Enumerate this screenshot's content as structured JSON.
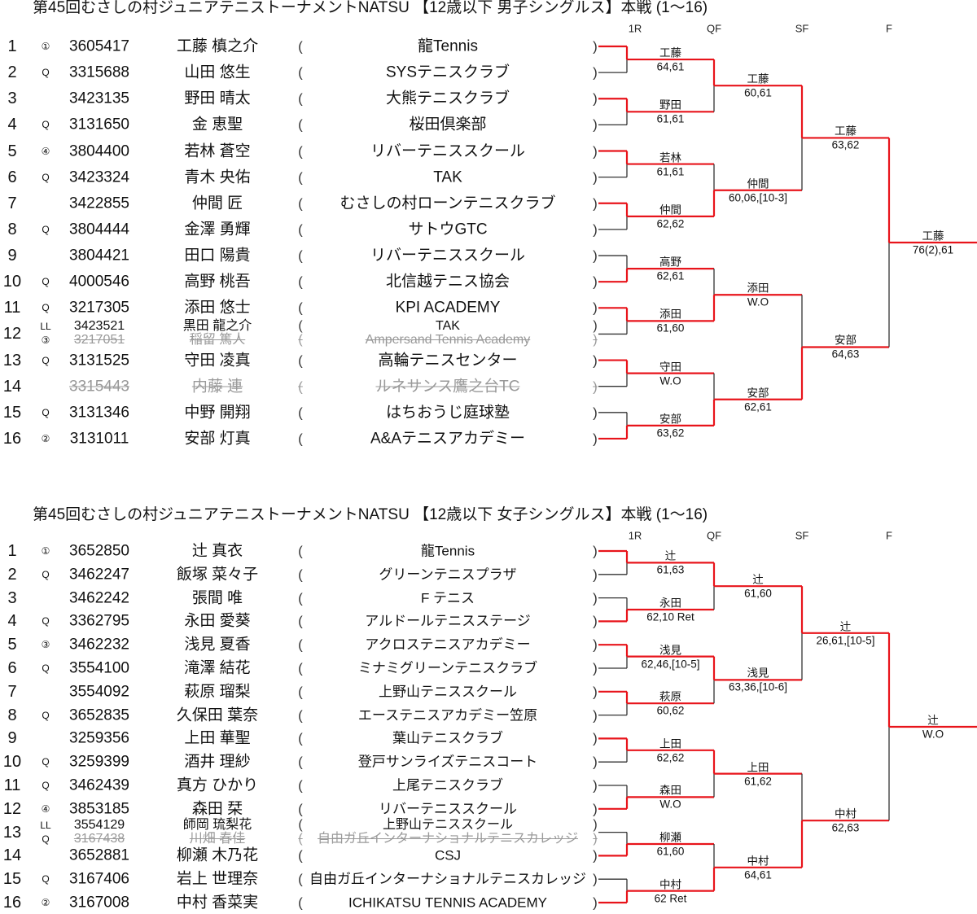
{
  "colors": {
    "winner_line": "#e8141b",
    "loser_line": "#333333"
  },
  "sections": [
    {
      "title": "第45回むさしの村ジュニアテニストーナメントNATSU 【12歳以下 男子シングルス】本戦 (1～16)",
      "rounds": [
        "1R",
        "QF",
        "SF",
        "F"
      ],
      "players": [
        {
          "seq": "1",
          "seed": "①",
          "id": "3605417",
          "name": "工藤 槙之介",
          "club": "龍Tennis"
        },
        {
          "seq": "2",
          "seed": "Q",
          "id": "3315688",
          "name": "山田 悠生",
          "club": "SYSテニスクラブ"
        },
        {
          "seq": "3",
          "seed": "",
          "id": "3423135",
          "name": "野田 晴太",
          "club": "大熊テニスクラブ"
        },
        {
          "seq": "4",
          "seed": "Q",
          "id": "3131650",
          "name": "金 恵聖",
          "club": "桜田倶楽部"
        },
        {
          "seq": "5",
          "seed": "④",
          "id": "3804400",
          "name": "若林 蒼空",
          "club": "リバーテニススクール"
        },
        {
          "seq": "6",
          "seed": "Q",
          "id": "3423324",
          "name": "青木 央佑",
          "club": "TAK"
        },
        {
          "seq": "7",
          "seed": "",
          "id": "3422855",
          "name": "仲間 匠",
          "club": "むさしの村ローンテニスクラブ"
        },
        {
          "seq": "8",
          "seed": "Q",
          "id": "3804444",
          "name": "金澤 勇輝",
          "club": "サトウGTC"
        },
        {
          "seq": "9",
          "seed": "",
          "id": "3804421",
          "name": "田口 陽貴",
          "club": "リバーテニススクール"
        },
        {
          "seq": "10",
          "seed": "Q",
          "id": "4000546",
          "name": "高野 桃吾",
          "club": "北信越テニス協会"
        },
        {
          "seq": "11",
          "seed": "Q",
          "id": "3217305",
          "name": "添田 悠士",
          "club": "KPI ACADEMY"
        },
        {
          "seq": "12",
          "seed": "LL",
          "id": "3423521",
          "name": "黒田 龍之介",
          "club": "TAK",
          "alt": {
            "seed": "③",
            "id": "3217051",
            "name": "稲留 篤人",
            "club": "Ampersand Tennis Academy"
          }
        },
        {
          "seq": "13",
          "seed": "Q",
          "id": "3131525",
          "name": "守田 凌真",
          "club": "高輪テニスセンター"
        },
        {
          "seq": "14",
          "seed": "",
          "id": "3315443",
          "name": "内藤 連",
          "club": "ルネサンス鷹之台TC",
          "withdrawn": true
        },
        {
          "seq": "15",
          "seed": "Q",
          "id": "3131346",
          "name": "中野 開翔",
          "club": "はちおうじ庭球塾"
        },
        {
          "seq": "16",
          "seed": "②",
          "id": "3131011",
          "name": "安部 灯真",
          "club": "A&Aテニスアカデミー"
        }
      ],
      "results": [
        [
          {
            "winner": 1,
            "name": "工藤",
            "score": "64,61"
          },
          {
            "winner": 3,
            "name": "野田",
            "score": "61,61"
          },
          {
            "winner": 5,
            "name": "若林",
            "score": "61,61"
          },
          {
            "winner": 7,
            "name": "仲間",
            "score": "62,62"
          },
          {
            "winner": 10,
            "name": "高野",
            "score": "62,61"
          },
          {
            "winner": 11,
            "name": "添田",
            "score": "61,60"
          },
          {
            "winner": 13,
            "name": "守田",
            "score": "W.O"
          },
          {
            "winner": 16,
            "name": "安部",
            "score": "63,62"
          }
        ],
        [
          {
            "winner": 1,
            "name": "工藤",
            "score": "60,61"
          },
          {
            "winner": 7,
            "name": "仲間",
            "score": "60,06,[10-3]"
          },
          {
            "winner": 11,
            "name": "添田",
            "score": "W.O"
          },
          {
            "winner": 16,
            "name": "安部",
            "score": "62,61"
          }
        ],
        [
          {
            "winner": 1,
            "name": "工藤",
            "score": "63,62"
          },
          {
            "winner": 16,
            "name": "安部",
            "score": "64,63"
          }
        ],
        [
          {
            "winner": 1,
            "name": "工藤",
            "score": "76(2),61"
          }
        ]
      ]
    },
    {
      "title": "第45回むさしの村ジュニアテニストーナメントNATSU 【12歳以下 女子シングルス】本戦 (1～16)",
      "rounds": [
        "1R",
        "QF",
        "SF",
        "F"
      ],
      "players": [
        {
          "seq": "1",
          "seed": "①",
          "id": "3652850",
          "name": "辻 真衣",
          "club": "龍Tennis"
        },
        {
          "seq": "2",
          "seed": "Q",
          "id": "3462247",
          "name": "飯塚 菜々子",
          "club": "グリーンテニスプラザ"
        },
        {
          "seq": "3",
          "seed": "",
          "id": "3462242",
          "name": "張間 唯",
          "club": "F テニス"
        },
        {
          "seq": "4",
          "seed": "Q",
          "id": "3362795",
          "name": "永田 愛葵",
          "club": "アルドールテニスステージ"
        },
        {
          "seq": "5",
          "seed": "③",
          "id": "3462232",
          "name": "浅見 夏香",
          "club": "アクロステニスアカデミー"
        },
        {
          "seq": "6",
          "seed": "Q",
          "id": "3554100",
          "name": "滝澤 結花",
          "club": "ミナミグリーンテニスクラブ"
        },
        {
          "seq": "7",
          "seed": "",
          "id": "3554092",
          "name": "萩原 瑠梨",
          "club": "上野山テニススクール"
        },
        {
          "seq": "8",
          "seed": "Q",
          "id": "3652835",
          "name": "久保田 葉奈",
          "club": "エーステニスアカデミー笠原"
        },
        {
          "seq": "9",
          "seed": "",
          "id": "3259356",
          "name": "上田 華聖",
          "club": "葉山テニスクラブ"
        },
        {
          "seq": "10",
          "seed": "Q",
          "id": "3259399",
          "name": "酒井 理紗",
          "club": "登戸サンライズテニスコート"
        },
        {
          "seq": "11",
          "seed": "Q",
          "id": "3462439",
          "name": "真方 ひかり",
          "club": "上尾テニスクラブ"
        },
        {
          "seq": "12",
          "seed": "④",
          "id": "3853185",
          "name": "森田 栞",
          "club": "リバーテニススクール"
        },
        {
          "seq": "13",
          "seed": "LL",
          "id": "3554129",
          "name": "師岡 琉梨花",
          "club": "上野山テニススクール",
          "alt": {
            "seed": "Q",
            "id": "3167438",
            "name": "川畑 春佳",
            "club": "自由ガ丘インターナショナルテニスカレッジ"
          }
        },
        {
          "seq": "14",
          "seed": "",
          "id": "3652881",
          "name": "柳瀬 木乃花",
          "club": "CSJ"
        },
        {
          "seq": "15",
          "seed": "Q",
          "id": "3167406",
          "name": "岩上 世理奈",
          "club": "自由ガ丘インターナショナルテニスカレッジ"
        },
        {
          "seq": "16",
          "seed": "②",
          "id": "3167008",
          "name": "中村 香菜実",
          "club": "ICHIKATSU TENNIS ACADEMY"
        }
      ],
      "results": [
        [
          {
            "winner": 1,
            "name": "辻",
            "score": "61,63"
          },
          {
            "winner": 4,
            "name": "永田",
            "score": "62,10 Ret"
          },
          {
            "winner": 5,
            "name": "浅見",
            "score": "62,46,[10-5]"
          },
          {
            "winner": 7,
            "name": "萩原",
            "score": "60,62"
          },
          {
            "winner": 9,
            "name": "上田",
            "score": "62,62"
          },
          {
            "winner": 12,
            "name": "森田",
            "score": "W.O"
          },
          {
            "winner": 14,
            "name": "柳瀬",
            "score": "61,60"
          },
          {
            "winner": 16,
            "name": "中村",
            "score": "62 Ret"
          }
        ],
        [
          {
            "winner": 1,
            "name": "辻",
            "score": "61,60"
          },
          {
            "winner": 5,
            "name": "浅見",
            "score": "63,36,[10-6]"
          },
          {
            "winner": 9,
            "name": "上田",
            "score": "61,62"
          },
          {
            "winner": 16,
            "name": "中村",
            "score": "64,61"
          }
        ],
        [
          {
            "winner": 1,
            "name": "辻",
            "score": "26,61,[10-5]"
          },
          {
            "winner": 16,
            "name": "中村",
            "score": "62,63"
          }
        ],
        [
          {
            "winner": 1,
            "name": "辻",
            "score": "W.O"
          }
        ]
      ]
    }
  ]
}
